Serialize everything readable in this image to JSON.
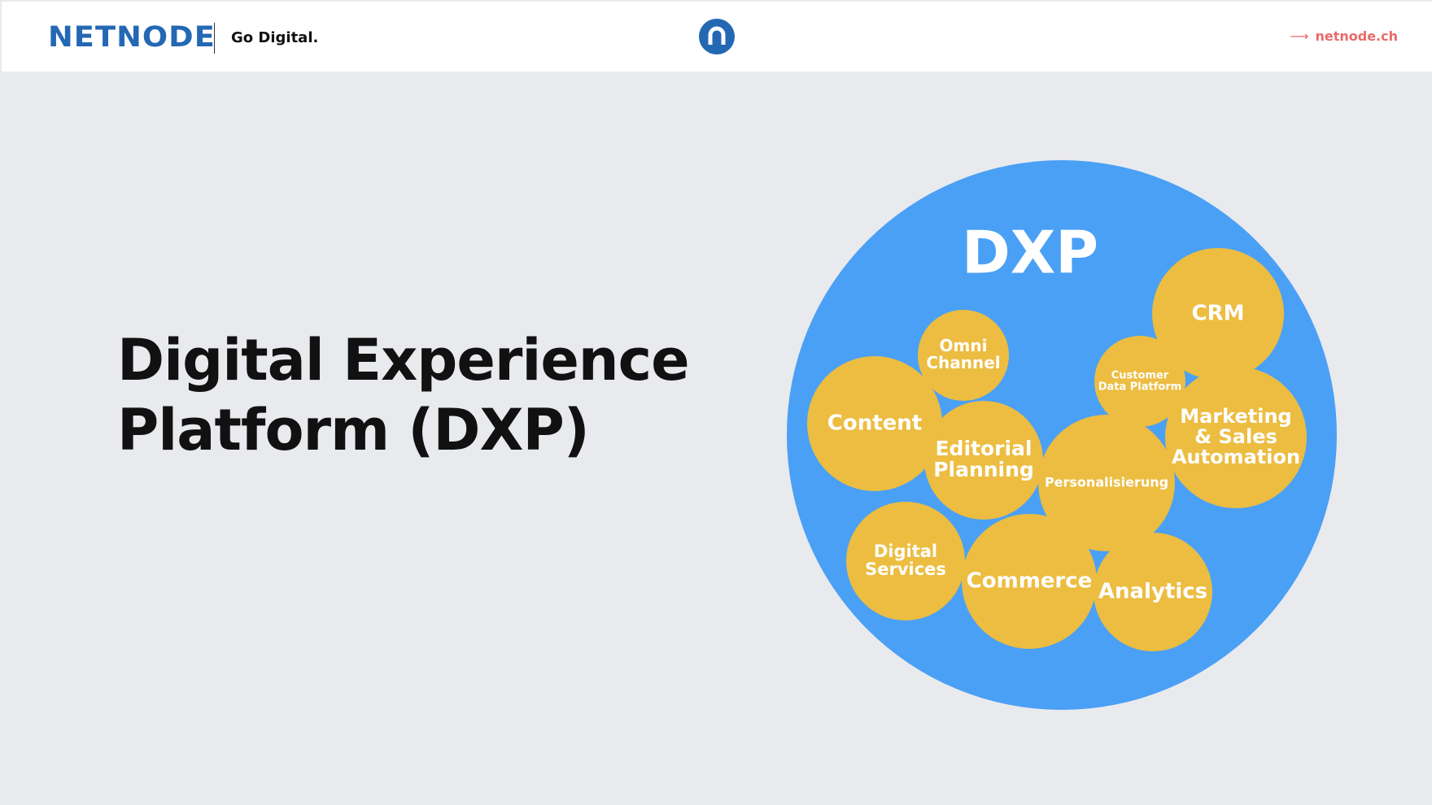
{
  "header": {
    "logo": "NETNODE",
    "tagline": "Go Digital.",
    "link_arrow": "⟶",
    "link_label": "netnode.ch"
  },
  "main": {
    "title_line1": "Digital Experience",
    "title_line2": "Platform (DXP)"
  },
  "diagram": {
    "title": "DXP",
    "colors": {
      "outer": "#4aa0f5",
      "bubble": "#ecbd41",
      "brand": "#2468b4",
      "link": "#e86a6a"
    },
    "bubbles": [
      {
        "id": "content",
        "lines": [
          "Content"
        ]
      },
      {
        "id": "omni-channel",
        "lines": [
          "Omni",
          "Channel"
        ]
      },
      {
        "id": "editorial-planning",
        "lines": [
          "Editorial",
          "Planning"
        ]
      },
      {
        "id": "crm",
        "lines": [
          "CRM"
        ]
      },
      {
        "id": "customer-data-platform",
        "lines": [
          "Customer",
          "Data Platform"
        ]
      },
      {
        "id": "marketing-sales-automation",
        "lines": [
          "Marketing",
          "& Sales",
          "Automation"
        ]
      },
      {
        "id": "personalisierung",
        "lines": [
          "Personalisierung"
        ]
      },
      {
        "id": "digital-services",
        "lines": [
          "Digital",
          "Services"
        ]
      },
      {
        "id": "commerce",
        "lines": [
          "Commerce"
        ]
      },
      {
        "id": "analytics",
        "lines": [
          "Analytics"
        ]
      }
    ]
  }
}
